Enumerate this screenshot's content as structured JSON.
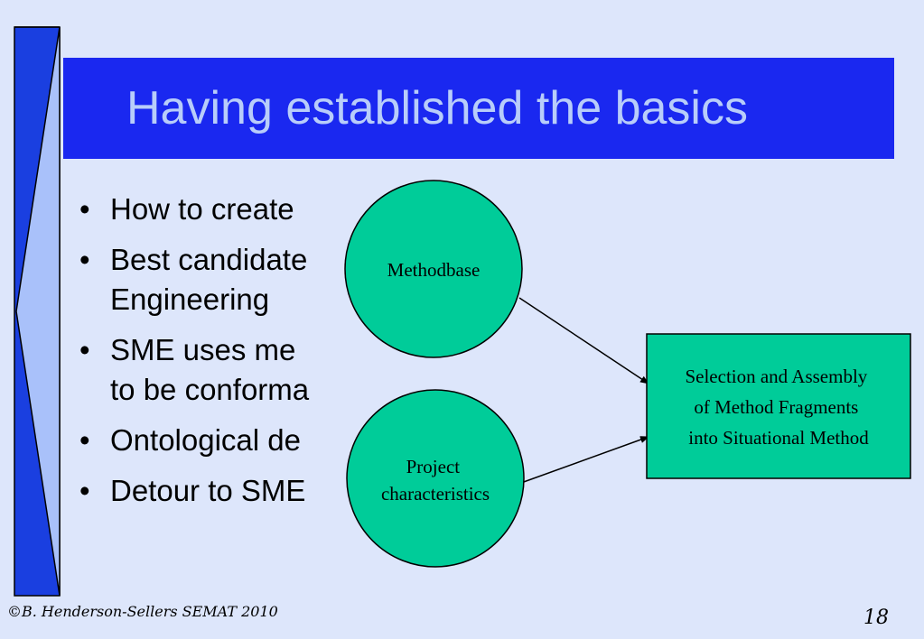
{
  "slide": {
    "title": "Having established the basics",
    "bullets": [
      {
        "line1": "How to create",
        "line2": ""
      },
      {
        "line1": "Best candidate",
        "line2": "Engineering"
      },
      {
        "line1": "SME uses me",
        "line2": "to be conforma"
      },
      {
        "line1": "Ontological de",
        "line2": ""
      },
      {
        "line1": "Detour to SME",
        "line2": ""
      }
    ],
    "footer": "©B. Henderson-Sellers SEMAT 2010",
    "page_number": "18"
  },
  "diagram": {
    "nodes": {
      "methodbase": {
        "lines": [
          "Methodbase"
        ]
      },
      "project": {
        "lines": [
          "Project",
          "characteristics"
        ]
      },
      "selection": {
        "lines": [
          "Selection and Assembly",
          "of Method Fragments",
          "into Situational Method"
        ]
      }
    },
    "edges": [
      {
        "from": "methodbase",
        "to": "selection"
      },
      {
        "from": "project",
        "to": "selection"
      }
    ]
  },
  "colors": {
    "background": "#dde6fb",
    "title_bar": "#1a28f0",
    "title_text": "#b8cdfa",
    "node_fill": "#00cc99",
    "side_dark": "#1a3fe0",
    "side_light": "#a9c1fa"
  }
}
